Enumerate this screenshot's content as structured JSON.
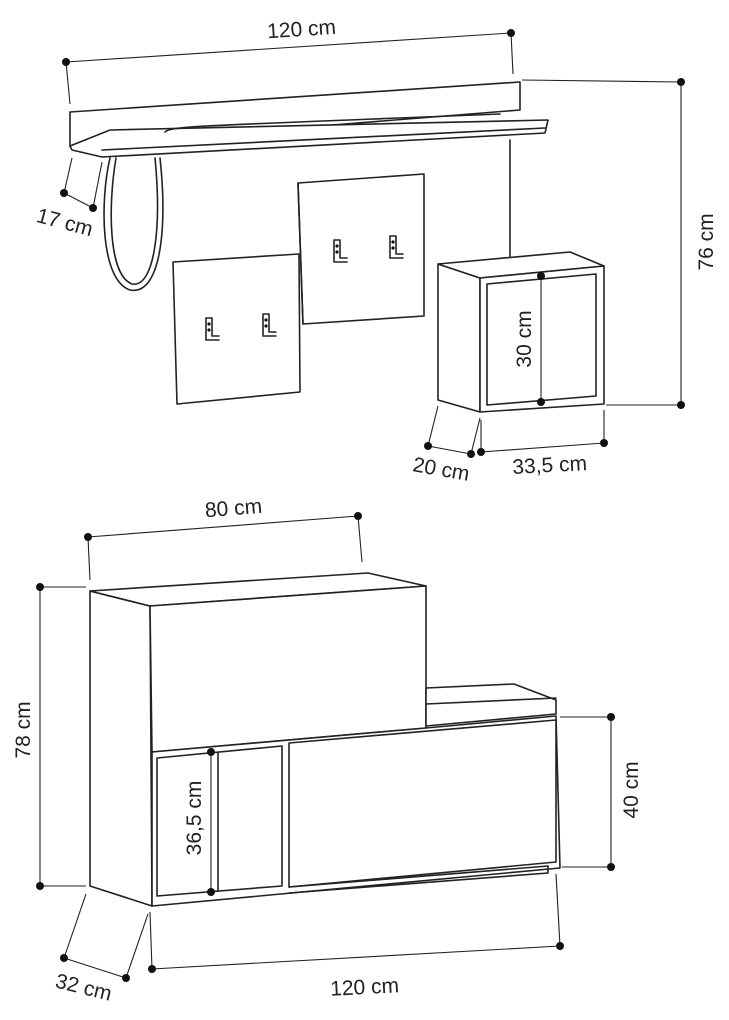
{
  "labels": {
    "wall_width": "120 cm",
    "wall_height": "76 cm",
    "shelf_depth": "17 cm",
    "cube_height": "30 cm",
    "cube_depth": "20 cm",
    "cube_width": "33,5 cm",
    "cabinet_width": "80 cm",
    "cabinet_height": "78 cm",
    "bench_height": "40 cm",
    "niche_height": "36,5 cm",
    "base_depth": "32 cm",
    "base_width": "120 cm"
  },
  "colors": {
    "line": "#222222",
    "background": "#ffffff"
  }
}
